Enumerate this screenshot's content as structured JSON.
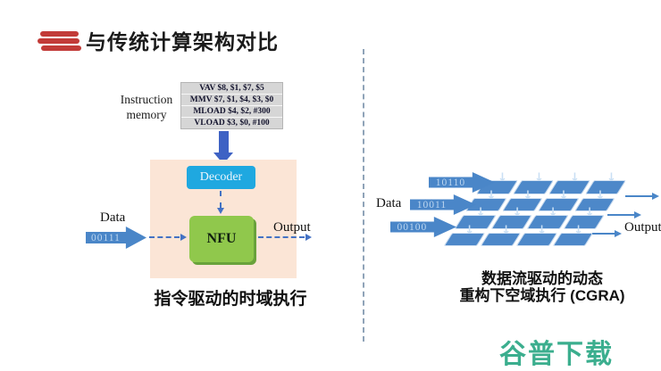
{
  "title": {
    "text": "与传统计算架构对比"
  },
  "left_panel": {
    "instruction_memory_label": "Instruction memory",
    "instructions": [
      "VAV $8, $1, $7, $5",
      "MMV $7, $1, $4, $3, $0",
      "MLOAD $4, $2, #300",
      "VLOAD $3, $0, #100"
    ],
    "decoder_label": "Decoder",
    "nfu_label": "NFU",
    "data_label": "Data",
    "data_value": "00111",
    "output_label": "Output",
    "caption": "指令驱动的时域执行"
  },
  "right_panel": {
    "data_label": "Data",
    "data_values": [
      "10110",
      "10011",
      "00100"
    ],
    "output_label": "Output",
    "caption_line1": "数据流驱动的动态",
    "caption_line2": "重构下空域执行 (CGRA)",
    "pe_grid": {
      "rows": 4,
      "cols": 4,
      "cell_icon": "down-arrow-icon"
    }
  },
  "watermark": "谷普下载",
  "colors": {
    "title_icon_red": "#C23B38",
    "decoder_blue": "#1FA8E0",
    "nfu_green": "#90C84C",
    "nfu_green_shadow": "#69A23B",
    "panel_peach": "#FBE5D6",
    "memory_gray": "#D6D6D6",
    "solid_arrow_blue": "#3E62C4",
    "dashed_arrow_blue": "#4472C4",
    "block_arrow_blue": "#4A86C8",
    "pe_tile_blue": "#4D88C9",
    "watermark_teal": "#3BAE8E"
  }
}
